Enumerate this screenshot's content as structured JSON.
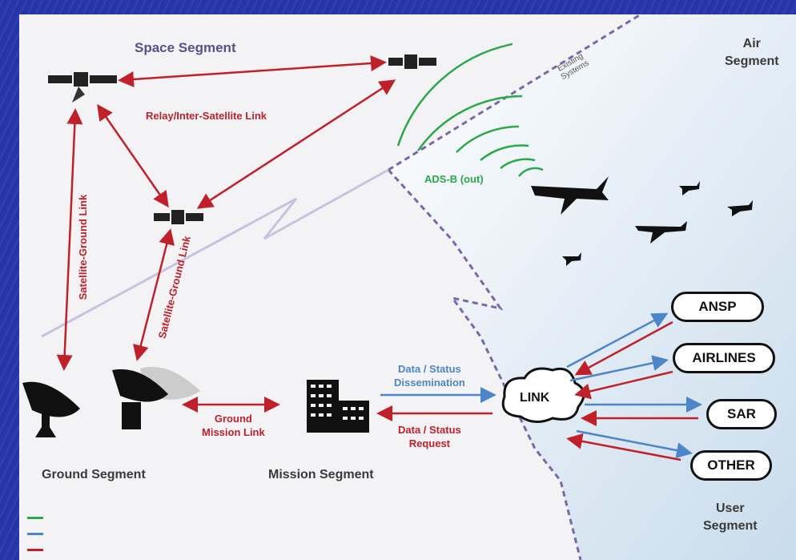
{
  "segments": {
    "space": "Space Segment",
    "air_line1": "Air",
    "air_line2": "Segment",
    "ground": "Ground Segment",
    "mission": "Mission Segment",
    "user_line1": "User",
    "user_line2": "Segment"
  },
  "links": {
    "relay": "Relay/Inter-Satellite Link",
    "sat_ground_left": "Satellite-Ground Link",
    "sat_ground_right": "Satellite-Ground Link",
    "ground_mission_1": "Ground",
    "ground_mission_2": "Mission Link",
    "dissemination_1": "Data / Status",
    "dissemination_2": "Dissemination",
    "request_1": "Data / Status",
    "request_2": "Request",
    "adsb": "ADS-B (out)",
    "existing_1": "Existing",
    "existing_2": "Systems"
  },
  "nodes": {
    "link": "LINK",
    "ansp": "ANSP",
    "airlines": "AIRLINES",
    "sar": "SAR",
    "other": "OTHER"
  },
  "colors": {
    "red": "#c0202a",
    "blue": "#4d86c8",
    "green": "#2aa84a",
    "purple": "#7a67a8"
  }
}
